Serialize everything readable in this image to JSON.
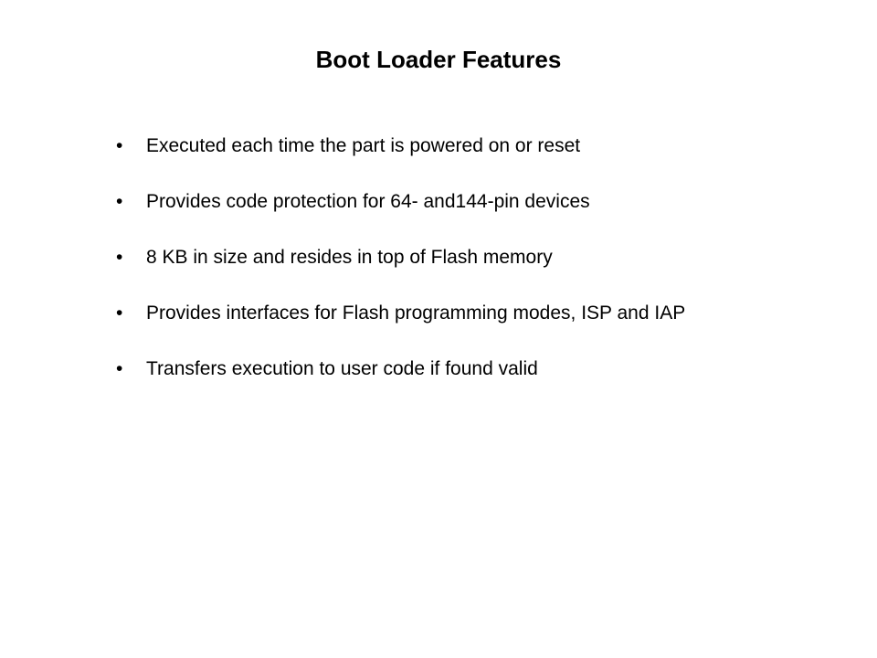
{
  "slide": {
    "title": "Boot Loader Features",
    "bullet_glyph": "•",
    "bullets": [
      "Executed each time the part is powered on or reset",
      "Provides code protection for 64- and144-pin devices",
      "8 KB in size and resides in top of Flash memory",
      "Provides interfaces for Flash programming modes, ISP and IAP",
      "Transfers execution to user code if found valid"
    ],
    "colors": {
      "background": "#ffffff",
      "text": "#000000"
    }
  }
}
